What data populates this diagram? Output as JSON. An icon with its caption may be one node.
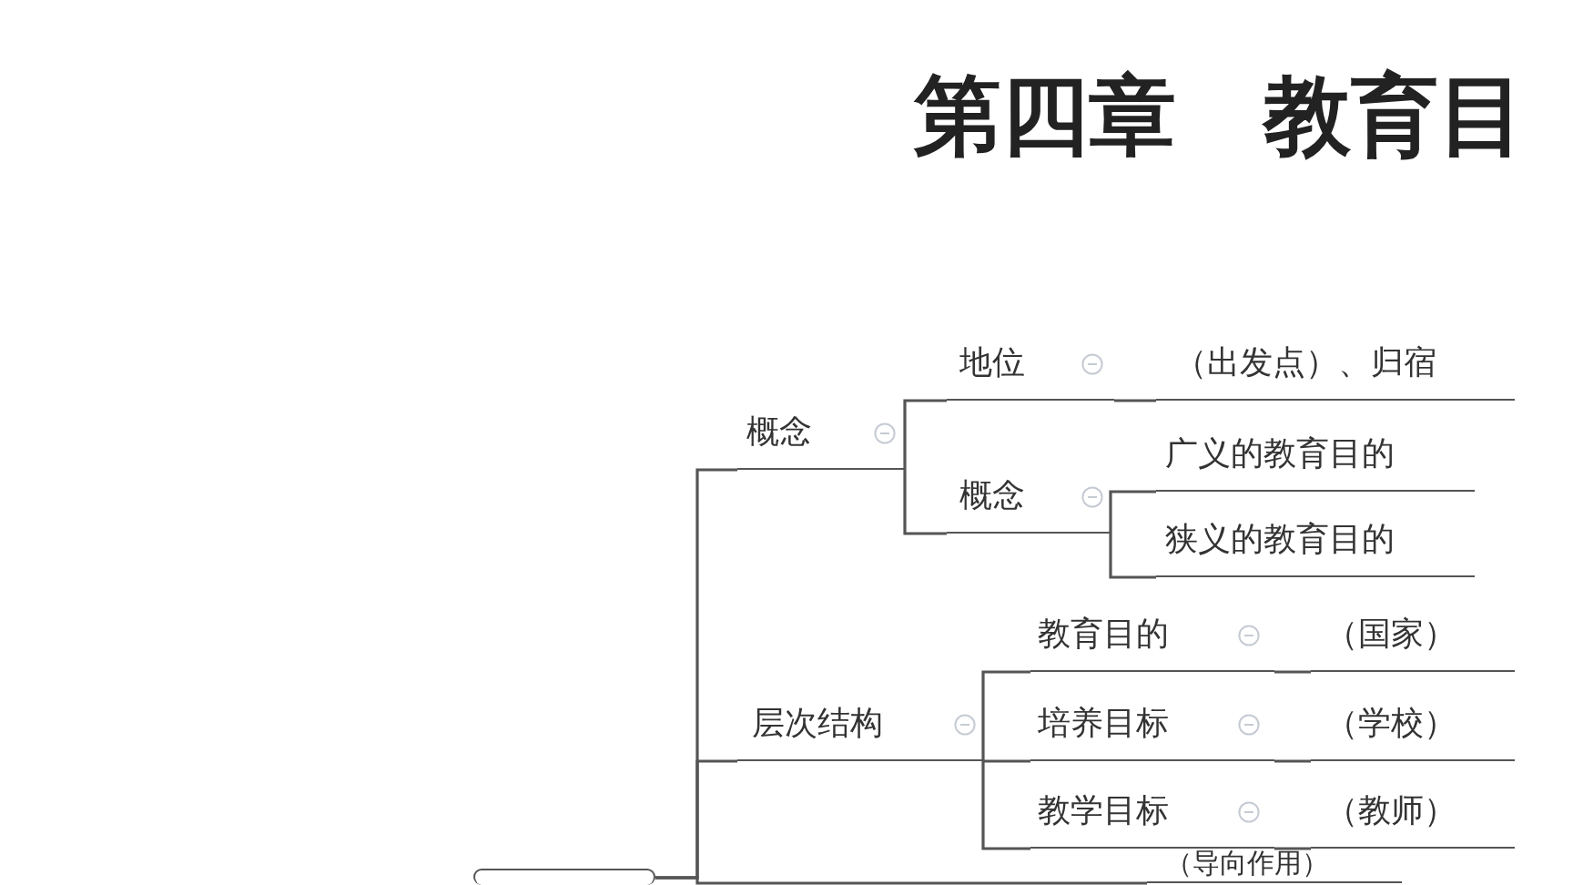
{
  "diagram": {
    "title": "第四章　教育目",
    "nodes": [
      {
        "text": [],
        "shape": "box"
      },
      {
        "text": [
          "概念"
        ]
      },
      {
        "text": [
          "地位"
        ]
      },
      {
        "text": [
          "（出发点）、归宿"
        ]
      },
      {
        "text": [
          "概念"
        ]
      },
      {
        "text": [
          "广义的教育目的"
        ]
      },
      {
        "text": [
          "狭义的教育目的"
        ]
      },
      {
        "text": [
          "层次结构"
        ]
      },
      {
        "text": [
          "教育目的"
        ]
      },
      {
        "text": [
          "（国家）"
        ]
      },
      {
        "text": [
          "培养目标"
        ]
      },
      {
        "text": [
          "（学校）"
        ]
      },
      {
        "text": [
          "教学目标"
        ]
      },
      {
        "text": [
          "（教师）"
        ]
      },
      {
        "text": [
          "（导向作用）"
        ]
      }
    ],
    "edges": [
      {
        "from": 0,
        "to": 1,
        "arrow": "none"
      },
      {
        "from": 1,
        "to": 2,
        "arrow": "none"
      },
      {
        "from": 2,
        "to": 3,
        "arrow": "none"
      },
      {
        "from": 1,
        "to": 4,
        "arrow": "none"
      },
      {
        "from": 4,
        "to": 5,
        "arrow": "none"
      },
      {
        "from": 4,
        "to": 6,
        "arrow": "none"
      },
      {
        "from": 0,
        "to": 7,
        "arrow": "none"
      },
      {
        "from": 7,
        "to": 8,
        "arrow": "none"
      },
      {
        "from": 8,
        "to": 9,
        "arrow": "none"
      },
      {
        "from": 7,
        "to": 10,
        "arrow": "none"
      },
      {
        "from": 10,
        "to": 11,
        "arrow": "none"
      },
      {
        "from": 7,
        "to": 12,
        "arrow": "none"
      },
      {
        "from": 12,
        "to": 13,
        "arrow": "none"
      },
      {
        "from": 0,
        "to": 14,
        "arrow": "none"
      }
    ]
  }
}
